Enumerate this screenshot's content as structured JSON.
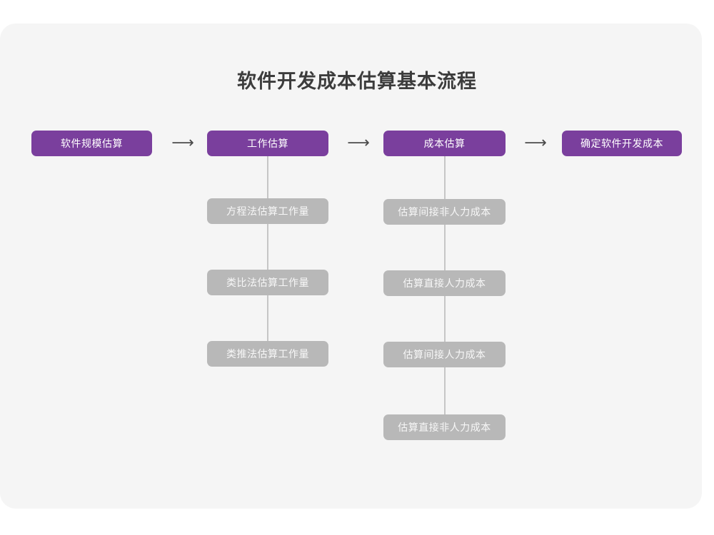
{
  "page": {
    "title": "软件开发成本估算基本流程",
    "background_color": "#ffffff",
    "card_color": "#f5f5f5",
    "primary_color": "#7a3f9d",
    "secondary_color": "#b8b8b8",
    "connector_color": "#c6c6c6"
  },
  "flow": {
    "arrow_glyph": "⟶",
    "steps": [
      {
        "label": "软件规模估算",
        "substeps": []
      },
      {
        "label": "工作估算",
        "substeps": [
          "方程法估算工作量",
          "类比法估算工作量",
          "类推法估算工作量"
        ]
      },
      {
        "label": "成本估算",
        "substeps": [
          "估算间接非人力成本",
          "估算直接人力成本",
          "估算间接人力成本",
          "估算直接非人力成本"
        ]
      },
      {
        "label": "确定软件开发成本",
        "substeps": []
      }
    ]
  }
}
